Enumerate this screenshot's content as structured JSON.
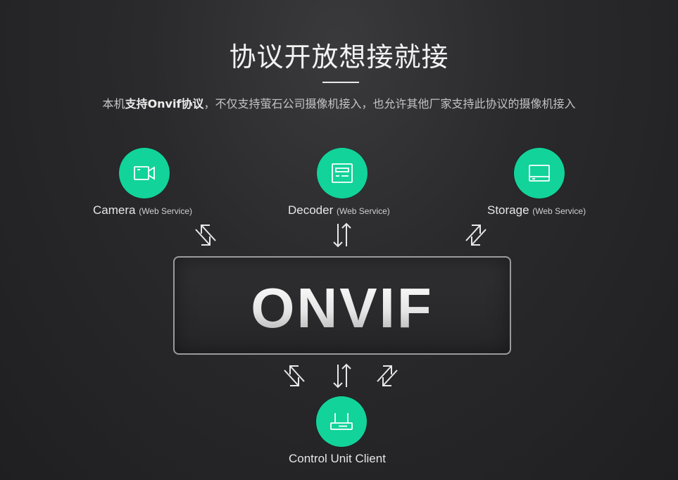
{
  "header": {
    "title": "协议开放想接就接",
    "subtitle_parts": {
      "p1": "本机",
      "p2": "支持Onvif协议",
      "p3": "，不仅支持萤石公司摄像机接入，也允许其他厂家支持此协议的摄像机接入"
    }
  },
  "nodes": {
    "camera": {
      "name": "Camera",
      "sub": "(Web Service)",
      "icon": "video-camera-icon"
    },
    "decoder": {
      "name": "Decoder",
      "sub": "(Web Service)",
      "icon": "decoder-icon"
    },
    "storage": {
      "name": "Storage",
      "sub": "(Web Service)",
      "icon": "storage-icon"
    },
    "client": {
      "name": "Control Unit Client",
      "icon": "router-icon"
    }
  },
  "center": {
    "label": "ONVIF"
  },
  "colors": {
    "accent": "#12d39a",
    "background": "#2a2a2c",
    "box_border": "#9a9a9c"
  }
}
